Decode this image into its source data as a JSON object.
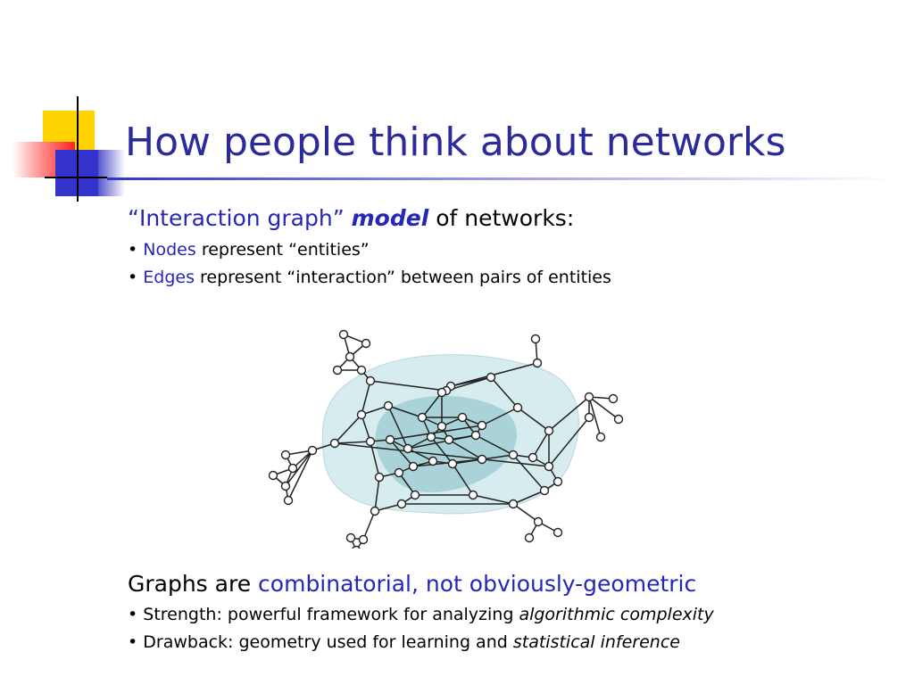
{
  "slide": {
    "title": "How people think about networks",
    "section1": {
      "heading_part1": "“Interaction graph”",
      "heading_part2": "model",
      "heading_part3": "of networks:",
      "bullets": [
        {
          "marker": "•",
          "term": "Nodes",
          "rest": "represent “entities”"
        },
        {
          "marker": "•",
          "term": "Edges",
          "rest": "represent “interaction” between pairs of entities"
        }
      ]
    },
    "section2": {
      "heading_part1": "Graphs are",
      "heading_part2": "combinatorial, not obviously-geometric",
      "bullets": [
        {
          "marker": "•",
          "text": "Strength: powerful framework for analyzing",
          "emph": "algorithmic complexity"
        },
        {
          "marker": "•",
          "text": "Drawback: geometry used for learning and",
          "emph": "statistical inference"
        }
      ]
    }
  },
  "colors": {
    "title": "#2a2a9a",
    "accent_blue": "#2626b8",
    "deco_yellow": "#ffd400",
    "deco_blue": "#3333cc",
    "deco_red": "#ff2020",
    "cluster_outer": "#d6ecee",
    "cluster_inner": "#a9d3d8"
  }
}
